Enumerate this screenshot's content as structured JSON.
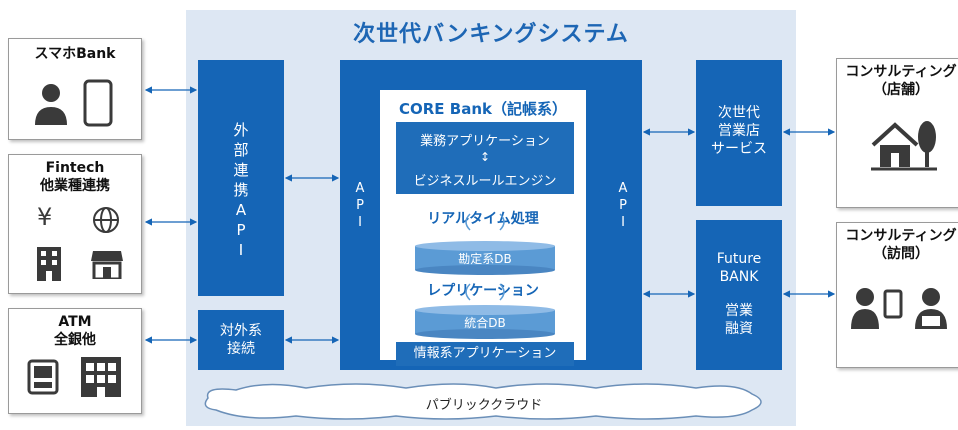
{
  "title": "次世代バンキングシステム",
  "left_boxes": {
    "smartphone": {
      "title": "スマホBank"
    },
    "fintech": {
      "title_line1": "Fintech",
      "title_line2": "他業種連携",
      "yen": "¥"
    },
    "atm": {
      "title_line1": "ATM",
      "title_line2": "全銀他"
    }
  },
  "right_boxes": {
    "store": {
      "title_line1": "コンサルティング",
      "title_line2": "（店舗）"
    },
    "visit": {
      "title_line1": "コンサルティング",
      "title_line2": "（訪問）"
    }
  },
  "external_api": {
    "chars": [
      "外",
      "部",
      "連",
      "携",
      "A",
      "P",
      "I"
    ]
  },
  "external_connect": {
    "line1": "対外系",
    "line2": "接続"
  },
  "api_left": {
    "chars": [
      "A",
      "P",
      "I"
    ]
  },
  "api_right": {
    "chars": [
      "A",
      "P",
      "I"
    ]
  },
  "core": {
    "title": "CORE Bank（記帳系）",
    "business_app": "業務アプリケーション",
    "rule_engine": "ビジネスルールエンジン",
    "realtime": "リアルタイム処理",
    "db_accounting": "勘定系DB",
    "replication": "レプリケーション",
    "db_integrated": "統合DB",
    "info_app": "情報系アプリケーション"
  },
  "next_gen": {
    "line1": "次世代",
    "line2": "営業店",
    "line3": "サービス"
  },
  "future_bank": {
    "line1": "Future",
    "line2": "BANK",
    "line3": "営業",
    "line4": "融資"
  },
  "cloud": {
    "label": "パブリッククラウド"
  },
  "colors": {
    "primary": "#1565b6",
    "panel": "#dde7f3",
    "icon_gray": "#3a3a3a"
  }
}
